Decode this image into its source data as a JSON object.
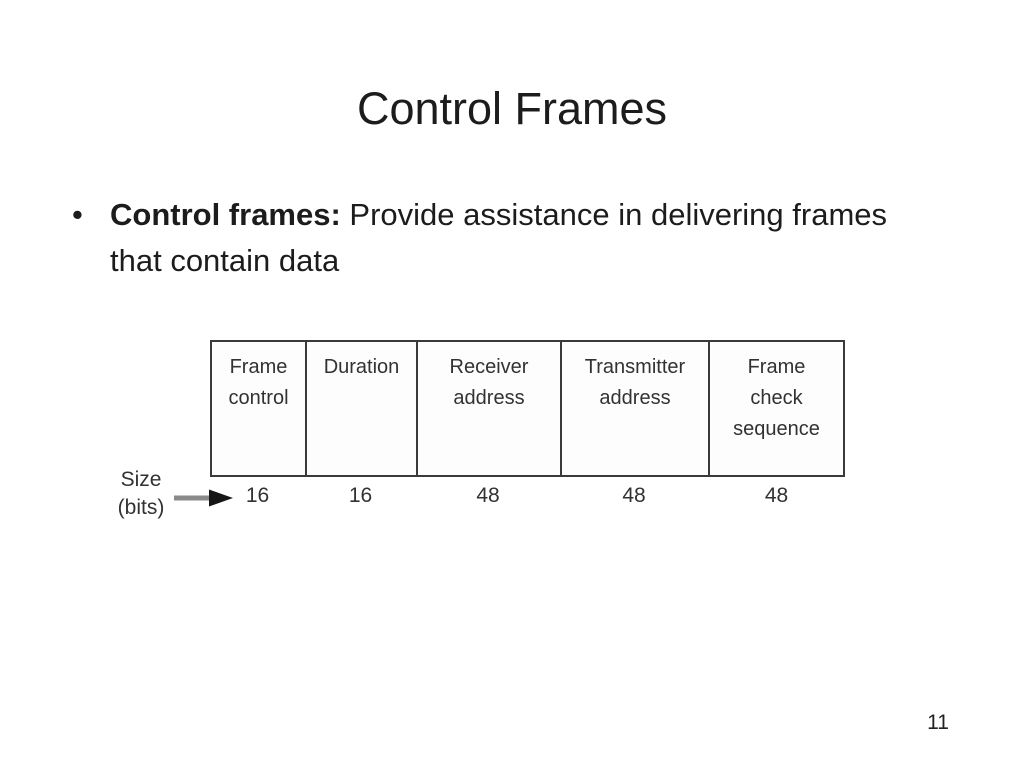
{
  "slide": {
    "title": "Control Frames",
    "bullet": {
      "marker": "•",
      "bold": "Control frames:",
      "rest": " Provide assistance in delivering frames that contain data"
    },
    "page_number": "11"
  },
  "diagram": {
    "size_label": {
      "line1": "Size",
      "line2": "(bits)"
    },
    "arrow": {
      "shaft_color": "#8a8a8a",
      "head_color": "#161616"
    },
    "border_color": "#3a3a3a",
    "fields": [
      {
        "name": "Frame control",
        "lines": [
          "Frame",
          "control"
        ],
        "bits": "16"
      },
      {
        "name": "Duration",
        "lines": [
          "Duration"
        ],
        "bits": "16"
      },
      {
        "name": "Receiver address",
        "lines": [
          "Receiver",
          "address"
        ],
        "bits": "48"
      },
      {
        "name": "Transmitter address",
        "lines": [
          "Transmitter",
          "address"
        ],
        "bits": "48"
      },
      {
        "name": "Frame check sequence",
        "lines": [
          "Frame",
          "check",
          "sequence"
        ],
        "bits": "48"
      }
    ]
  }
}
